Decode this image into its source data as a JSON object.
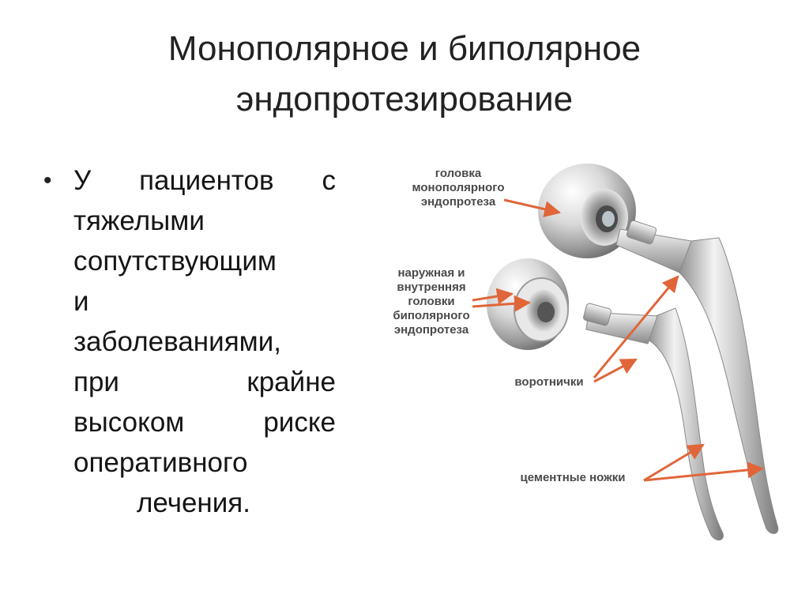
{
  "title": {
    "line1": "Монополярное  и биполярное",
    "line2": "эндопротезирование"
  },
  "bullet": {
    "marker": "•",
    "lines": [
      [
        "У",
        "пациентов",
        "с"
      ],
      [
        "тяжелыми"
      ],
      [
        "сопутствующим"
      ],
      [
        "и"
      ],
      [
        "заболеваниями,"
      ],
      [
        "при",
        "крайне"
      ],
      [
        "высоком",
        "риске"
      ],
      [
        "оперативного"
      ],
      [
        "лечения."
      ]
    ]
  },
  "figure": {
    "label_mono": [
      "головка",
      "монополярного",
      "эндопротеза"
    ],
    "label_bipolar": [
      "наружная и",
      "внутренняя",
      "головки",
      "биполярного",
      "эндопротеза"
    ],
    "label_collar": "воротнички",
    "label_stems": "цементные ножки",
    "arrow_color": "#e0663a"
  }
}
